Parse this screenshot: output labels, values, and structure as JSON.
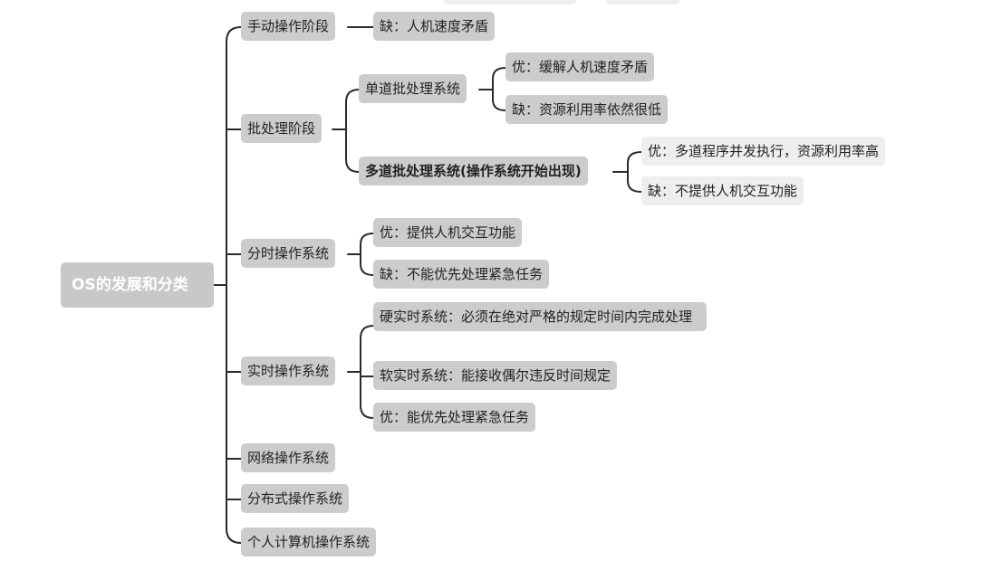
{
  "mindmap": {
    "root": "OS的发展和分类",
    "manual": {
      "label": "手动操作阶段",
      "con": "缺：人机速度矛盾"
    },
    "batch": {
      "label": "批处理阶段",
      "single": {
        "label": "单道批处理系统",
        "pro": "优：缓解人机速度矛盾",
        "con": "缺：资源利用率依然很低"
      },
      "multi": {
        "label": "多道批处理系统(操作系统开始出现)",
        "pro": "优：多道程序并发执行，资源利用率高",
        "con": "缺：不提供人机交互功能"
      }
    },
    "timesharing": {
      "label": "分时操作系统",
      "pro": "优：提供人机交互功能",
      "con": "缺：不能优先处理紧急任务"
    },
    "realtime": {
      "label": "实时操作系统",
      "hard": "硬实时系统：必须在绝对严格的规定时间内完成处理",
      "soft": "软实时系统：能接收偶尔违反时间规定",
      "pro": "优：能优先处理紧急任务"
    },
    "network": {
      "label": "网络操作系统"
    },
    "distributed": {
      "label": "分布式操作系统"
    },
    "personal": {
      "label": "个人计算机操作系统"
    }
  },
  "colors": {
    "node": "#cccccc",
    "leaf_light": "#eeeeee",
    "line": "#2b2b2b",
    "root_text": "#ffffff"
  }
}
